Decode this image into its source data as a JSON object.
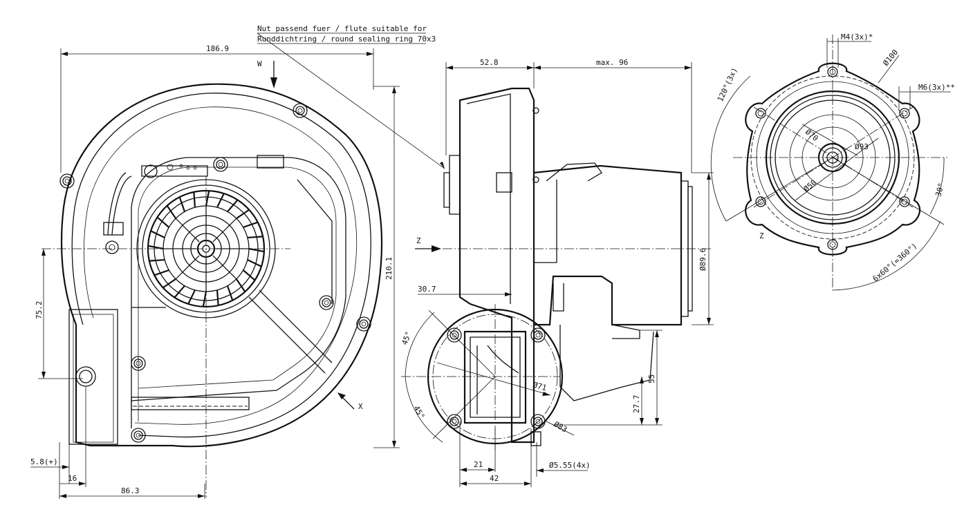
{
  "note": {
    "line1": "Nut passend fuer / flute suitable for",
    "line2": "Runddichtring / round sealing ring 70x3"
  },
  "front_view": {
    "width": "186.9",
    "height": "210.1",
    "center_height": "75.2",
    "offset_small": "5.8(+)",
    "offset_16": "16",
    "offset_86": "86.3",
    "view_w": "W",
    "view_x": "X"
  },
  "side_view": {
    "width_left": "52.8",
    "width_right": "max. 96",
    "inlet_offset": "30.7",
    "motor_dia": "Ø89.6",
    "height_55": "55",
    "height_27": "27.7",
    "dim_21": "21",
    "dim_42": "42",
    "hole_dia": "Ø5.55(4x)",
    "outlet_dia_71": "Ø71",
    "outlet_dia_83": "Ø83",
    "angle_upper": "45°",
    "angle_lower": "45°",
    "view_z": "Z"
  },
  "view_z": {
    "label": "Z",
    "m4": "M4(3x)*",
    "m6": "M6(3x)**",
    "dia_100": "Ø100",
    "dia_93": "Ø93",
    "dia_70": "Ø70",
    "dia_50": "Ø50",
    "angle_120": "120°(3x)",
    "angle_30": "30°",
    "angle_60": "6x60°(=360°)"
  }
}
